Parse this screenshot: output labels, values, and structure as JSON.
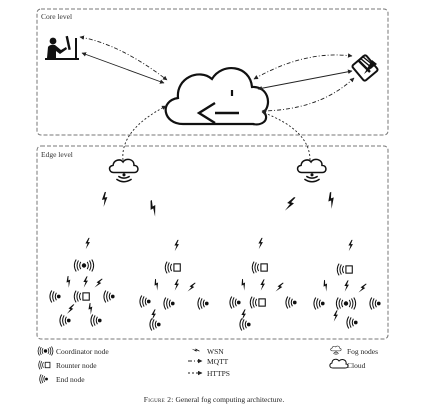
{
  "core_level": {
    "label": "Core level"
  },
  "edge_level": {
    "label": "Edge level"
  },
  "legend": {
    "coordinator": "Coordinator node",
    "router": "Rounter node",
    "end": "End node",
    "wsn": "WSN",
    "mqtt": "MQTT",
    "https": "HTTPS",
    "fog": "Fog nodes",
    "cloud": "Cloud"
  },
  "caption": {
    "figure_label": "Figure 2:",
    "text": "General fog computing architecture."
  },
  "colors": {
    "line": "#222222",
    "frame": "#777777",
    "icon": "#111111"
  }
}
